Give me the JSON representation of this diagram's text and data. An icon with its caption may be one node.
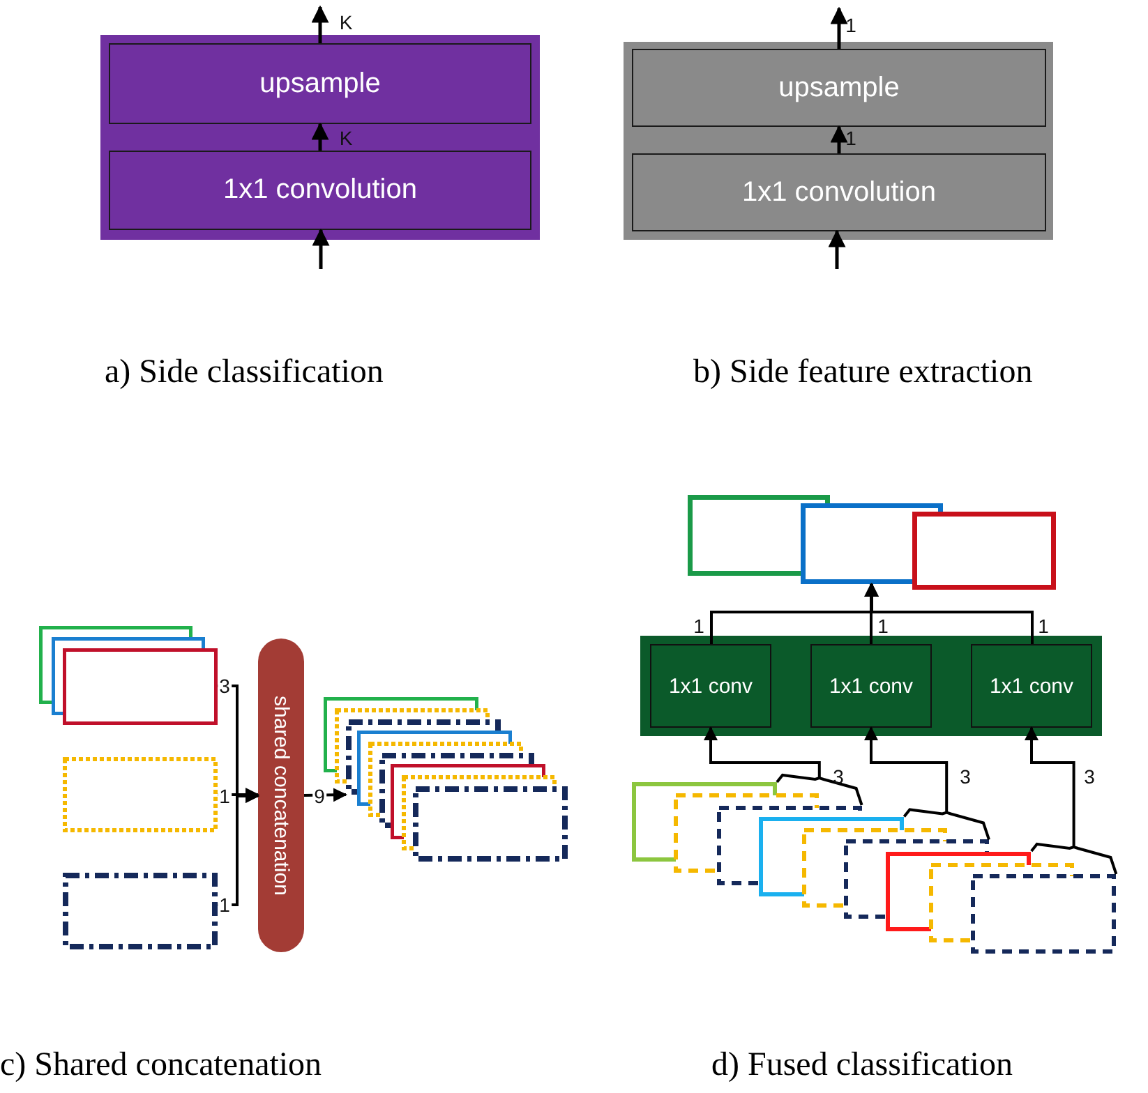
{
  "diagram": {
    "nodes": [
      {
        "text": [],
        "shape": "box"
      },
      {
        "text": [
          "upsample"
        ],
        "in": 0
      },
      {
        "text": [
          "1x1 convolution"
        ],
        "in": 0
      },
      {
        "text": [],
        "shape": "box"
      },
      {
        "text": [
          "upsample"
        ],
        "in": 3
      },
      {
        "text": [
          "1x1 convolution"
        ],
        "in": 3
      },
      {
        "text": [],
        "shape": "box"
      },
      {
        "text": [],
        "shape": "box"
      },
      {
        "text": [],
        "shape": "box"
      },
      {
        "text": [],
        "shape": "box"
      },
      {
        "text": [],
        "shape": "box"
      },
      {
        "text": [
          "shared concatenation"
        ]
      },
      {
        "text": [],
        "shape": "box"
      },
      {
        "text": [],
        "shape": "box"
      },
      {
        "text": [],
        "shape": "box"
      },
      {
        "text": [],
        "shape": "box"
      },
      {
        "text": [],
        "shape": "box"
      },
      {
        "text": [],
        "shape": "box"
      },
      {
        "text": [],
        "shape": "box"
      },
      {
        "text": [],
        "shape": "box"
      },
      {
        "text": [],
        "shape": "box"
      },
      {
        "text": [],
        "shape": "box"
      },
      {
        "text": [],
        "shape": "box"
      },
      {
        "text": [],
        "shape": "box"
      },
      {
        "text": [],
        "shape": "box"
      },
      {
        "text": [
          "1x1 conv"
        ],
        "in": 24
      },
      {
        "text": [
          "1x1 conv"
        ],
        "in": 24
      },
      {
        "text": [
          "1x1 conv"
        ],
        "in": 24
      },
      {
        "text": [],
        "shape": "box"
      },
      {
        "text": [],
        "shape": "box"
      },
      {
        "text": [],
        "shape": "box"
      },
      {
        "text": [],
        "shape": "box"
      },
      {
        "text": [],
        "shape": "box"
      },
      {
        "text": [],
        "shape": "box"
      },
      {
        "text": [],
        "shape": "box"
      },
      {
        "text": [],
        "shape": "box"
      },
      {
        "text": [],
        "shape": "box"
      }
    ],
    "edges": [
      {
        "from": 2,
        "to": 1,
        "arrow": "to",
        "label": "K"
      },
      {
        "from": 1,
        "to": null,
        "arrow": "to",
        "label": "K"
      },
      {
        "from": null,
        "to": 2,
        "arrow": "to"
      },
      {
        "from": 5,
        "to": 4,
        "arrow": "to",
        "label": "1"
      },
      {
        "from": 4,
        "to": null,
        "arrow": "to",
        "label": "1"
      },
      {
        "from": null,
        "to": 5,
        "arrow": "to"
      },
      {
        "from": 8,
        "to": 11,
        "arrow": "to",
        "label": "3"
      },
      {
        "from": 9,
        "to": 11,
        "arrow": "to",
        "label": "1"
      },
      {
        "from": 10,
        "to": 11,
        "arrow": "to",
        "label": "1"
      },
      {
        "from": 11,
        "to": 14,
        "arrow": "to",
        "label": "9"
      },
      {
        "from": 25,
        "to": 22,
        "arrow": "to",
        "label": "1"
      },
      {
        "from": 26,
        "to": 22,
        "arrow": "to",
        "label": "1"
      },
      {
        "from": 27,
        "to": 22,
        "arrow": "to",
        "label": "1"
      },
      {
        "from": 28,
        "to": 25,
        "arrow": "to",
        "label": "3"
      },
      {
        "from": 29,
        "to": 25,
        "arrow": "to"
      },
      {
        "from": 30,
        "to": 25,
        "arrow": "to"
      },
      {
        "from": 31,
        "to": 26,
        "arrow": "to",
        "label": "3"
      },
      {
        "from": 32,
        "to": 26,
        "arrow": "to"
      },
      {
        "from": 33,
        "to": 26,
        "arrow": "to"
      },
      {
        "from": 34,
        "to": 27,
        "arrow": "to",
        "label": "3"
      },
      {
        "from": 35,
        "to": 27,
        "arrow": "to"
      },
      {
        "from": 36,
        "to": 27,
        "arrow": "to"
      }
    ],
    "labels": [
      "a) Side classification",
      "b) Side feature extraction",
      "c) Shared concatenation",
      "d) Fused classification"
    ]
  }
}
